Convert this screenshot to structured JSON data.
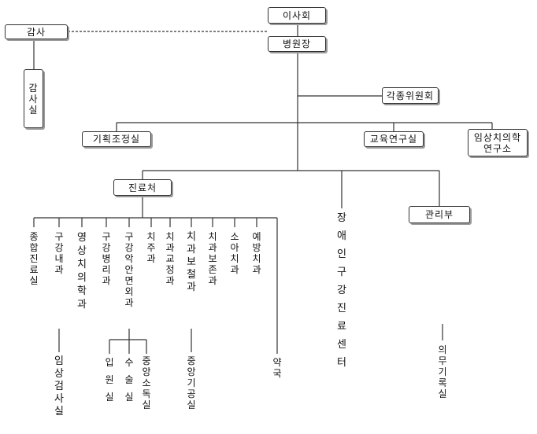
{
  "chart": {
    "board": "이사회",
    "auditor": "감사",
    "audit_office": "감사실",
    "director": "병원장",
    "committees": "각종위원회",
    "planning": "기획조정실",
    "education": "교육연구실",
    "clinical_institute_line1": "임상치의학",
    "clinical_institute_line2": "연구소",
    "medical_division": "진료처",
    "disabled_center": "장애인구강진료센터",
    "management": "관리부",
    "medical_records": "의무기록실",
    "departments": [
      "종합진료실",
      "구강내과",
      "영상치의학과",
      "구강병리과",
      "구강악안면외과",
      "치주과",
      "치과교정과",
      "치과보철과",
      "치과보존과",
      "소아치과",
      "예방치과"
    ],
    "clinical_lab": "임상검사실",
    "ward": "입원실",
    "operating_room": "수술실",
    "central_sterilization": "중앙소독실",
    "central_lab": "중앙기공실",
    "pharmacy": "약국"
  }
}
